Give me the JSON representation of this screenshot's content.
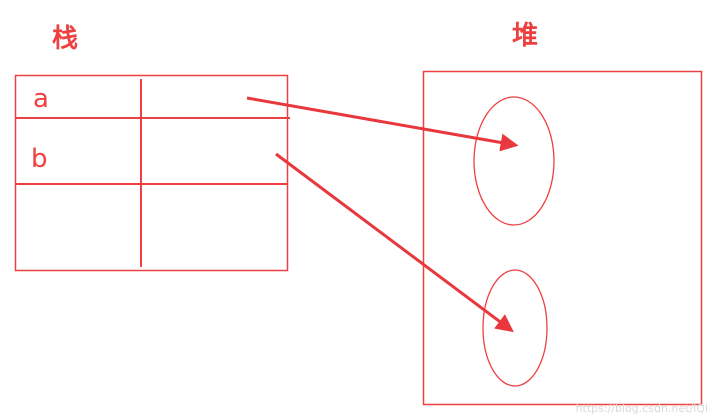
{
  "stack": {
    "title": "栈",
    "variables": [
      "a",
      "b"
    ]
  },
  "heap": {
    "title": "堆"
  },
  "watermark": "https://blog.csdn.net/lQi",
  "colors": {
    "stroke": "#ee4040",
    "arrow": "#e8383d",
    "watermark": "#d8d8d8"
  }
}
